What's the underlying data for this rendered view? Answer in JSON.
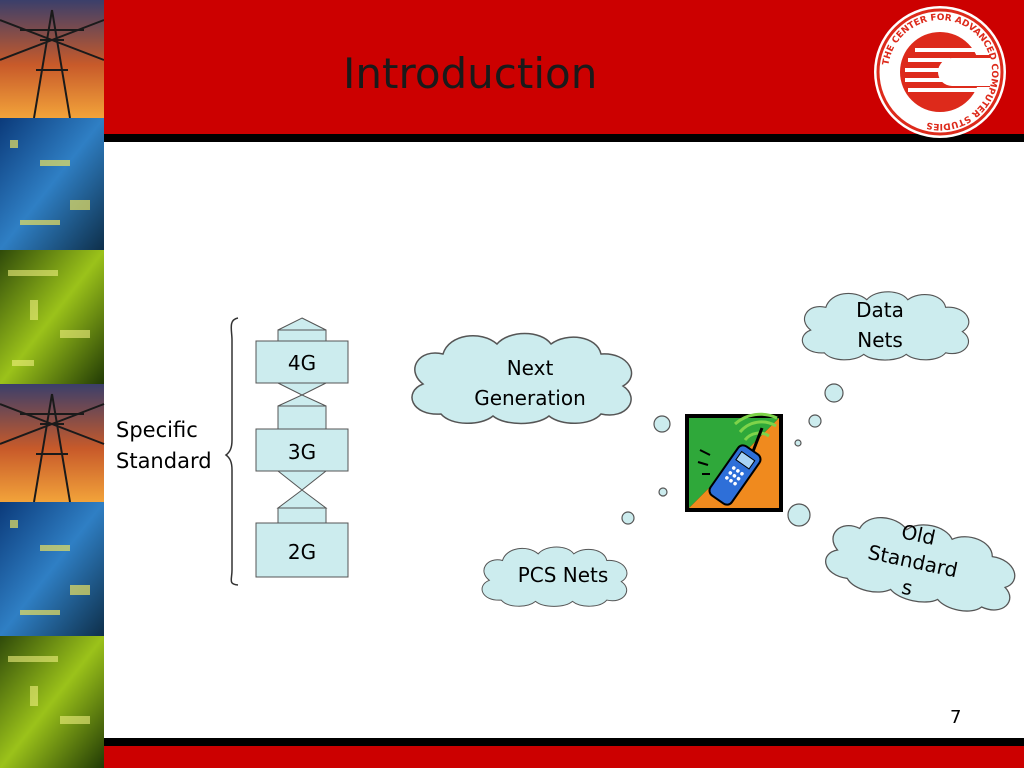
{
  "slide": {
    "title": "Introduction",
    "page_number": "7"
  },
  "logo": {
    "ring_text": "THE CENTER FOR ADVANCED COMPUTER STUDIES"
  },
  "diagram": {
    "bracket_label_line1": "Specific",
    "bracket_label_line2": "Standard",
    "generations": [
      "4G",
      "3G",
      "2G"
    ],
    "clouds": {
      "next_generation": [
        "Next",
        "Generation"
      ],
      "pcs_nets": [
        "PCS Nets"
      ],
      "data_nets": [
        "Data",
        "Nets"
      ],
      "old_standards": [
        "Old",
        "Standard",
        "s"
      ]
    }
  },
  "colors": {
    "header_red": "#cc0000",
    "stripe_black": "#000000",
    "box_fill": "#ccecee",
    "cloud_fill": "#ccecee",
    "logo_red": "#dd2a1b"
  }
}
